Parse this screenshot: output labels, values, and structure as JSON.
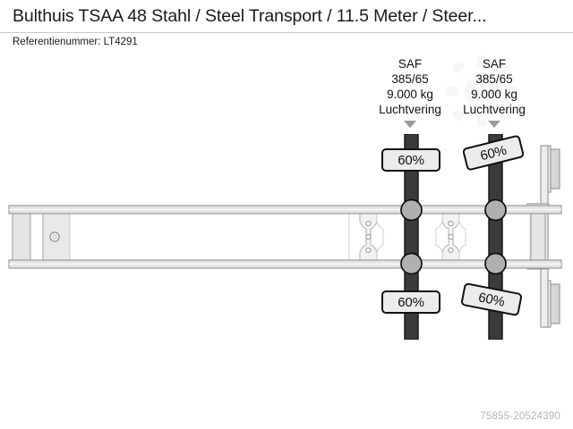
{
  "header": {
    "title": "Bulthuis TSAA 48 Stahl / Steel Transport / 11.5 Meter / Steer...",
    "reference_label": "Referentienummer: LT4291"
  },
  "diagram": {
    "type": "side-view-semi-trailer-schematic",
    "axles": [
      {
        "id": "axle-1",
        "brand": "SAF",
        "tire_size": "385/65",
        "capacity": "9.000 kg",
        "suspension": "Luchtvering",
        "arrow_icon": "down-triangle-icon",
        "tyre_tread_top": "60%",
        "tyre_tread_bottom": "60%"
      },
      {
        "id": "axle-2",
        "brand": "SAF",
        "tire_size": "385/65",
        "capacity": "9.000 kg",
        "suspension": "Luchtvering",
        "arrow_icon": "down-triangle-icon",
        "tyre_tread_top": "60%",
        "tyre_tread_bottom": "60%"
      }
    ],
    "kingpin_icon": "kingpin-circle-icon",
    "colors": {
      "chassis_fill": "#ededed",
      "chassis_stroke": "#a8a8a8",
      "axle_post": "#3b3b3b",
      "hub_fill": "#b0b0b0",
      "badge_fill": "#ececec",
      "badge_stroke": "#111111",
      "arrow": "#9a9a9a"
    }
  },
  "footer": {
    "image_id": "75855-20524390"
  }
}
